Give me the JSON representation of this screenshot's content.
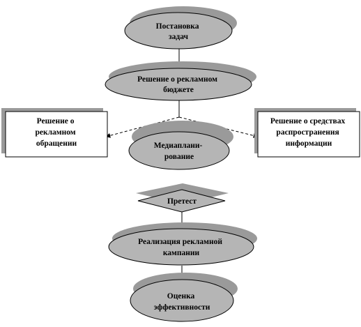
{
  "nodes": {
    "problem": {
      "lines": [
        "Постановка",
        "задач"
      ]
    },
    "budget": {
      "lines": [
        "Решение о рекламном",
        "бюджете"
      ]
    },
    "message": {
      "lines": [
        "Решение о",
        "рекламном",
        "обращении"
      ]
    },
    "media_planning": {
      "lines": [
        "Медиаплани-",
        "рование"
      ]
    },
    "media_means": {
      "lines": [
        "Решение о средствах",
        "распространения",
        "информации"
      ]
    },
    "pretest": {
      "lines": [
        "Претест"
      ]
    },
    "campaign": {
      "lines": [
        "Реализация рекламной",
        "кампании"
      ]
    },
    "evaluation": {
      "lines": [
        "Оценка",
        "эффективности"
      ]
    }
  },
  "colors": {
    "fill": "#b5b5b5",
    "shadow": "#9a9a9a",
    "stroke": "#000000",
    "box_fill": "#ffffff"
  }
}
